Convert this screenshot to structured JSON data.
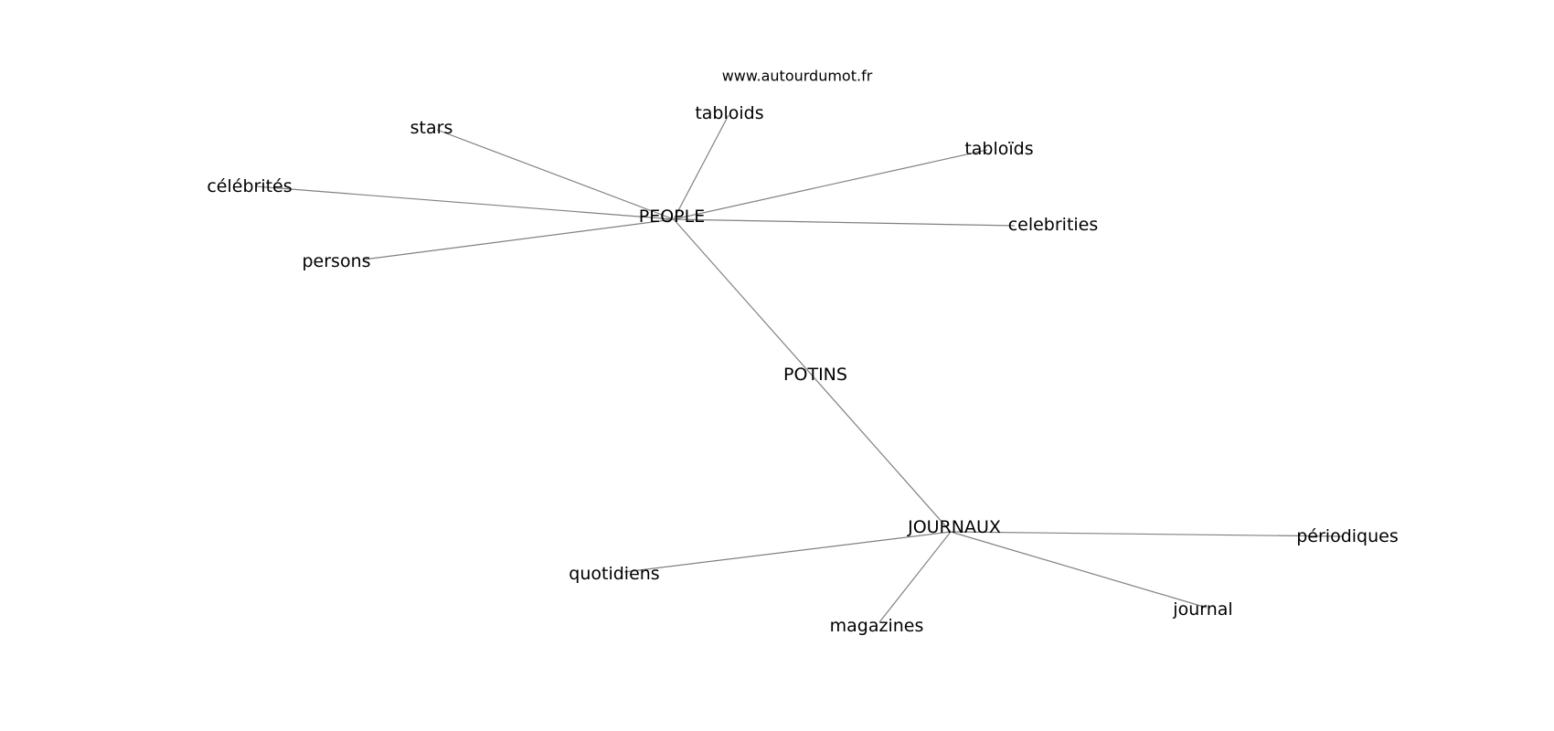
{
  "watermark": "www.autourdumot.fr",
  "nodes": [
    {
      "id": "potins",
      "label": "POTINS"
    },
    {
      "id": "people",
      "label": "PEOPLE"
    },
    {
      "id": "journaux",
      "label": "JOURNAUX"
    },
    {
      "id": "stars",
      "label": "stars"
    },
    {
      "id": "tabloids",
      "label": "tabloids"
    },
    {
      "id": "tabloids2",
      "label": "tabloïds"
    },
    {
      "id": "celebrites",
      "label": "célébrités"
    },
    {
      "id": "celebrities",
      "label": "celebrities"
    },
    {
      "id": "persons",
      "label": "persons"
    },
    {
      "id": "periodiques",
      "label": "périodiques"
    },
    {
      "id": "quotidiens",
      "label": "quotidiens"
    },
    {
      "id": "journal",
      "label": "journal"
    },
    {
      "id": "magazines",
      "label": "magazines"
    }
  ],
  "edges": [
    {
      "from": "people",
      "to": "journaux"
    },
    {
      "from": "people",
      "to": "stars"
    },
    {
      "from": "people",
      "to": "tabloids"
    },
    {
      "from": "people",
      "to": "tabloids2"
    },
    {
      "from": "people",
      "to": "celebrites"
    },
    {
      "from": "people",
      "to": "celebrities"
    },
    {
      "from": "people",
      "to": "persons"
    },
    {
      "from": "journaux",
      "to": "periodiques"
    },
    {
      "from": "journaux",
      "to": "quotidiens"
    },
    {
      "from": "journaux",
      "to": "journal"
    },
    {
      "from": "journaux",
      "to": "magazines"
    }
  ]
}
